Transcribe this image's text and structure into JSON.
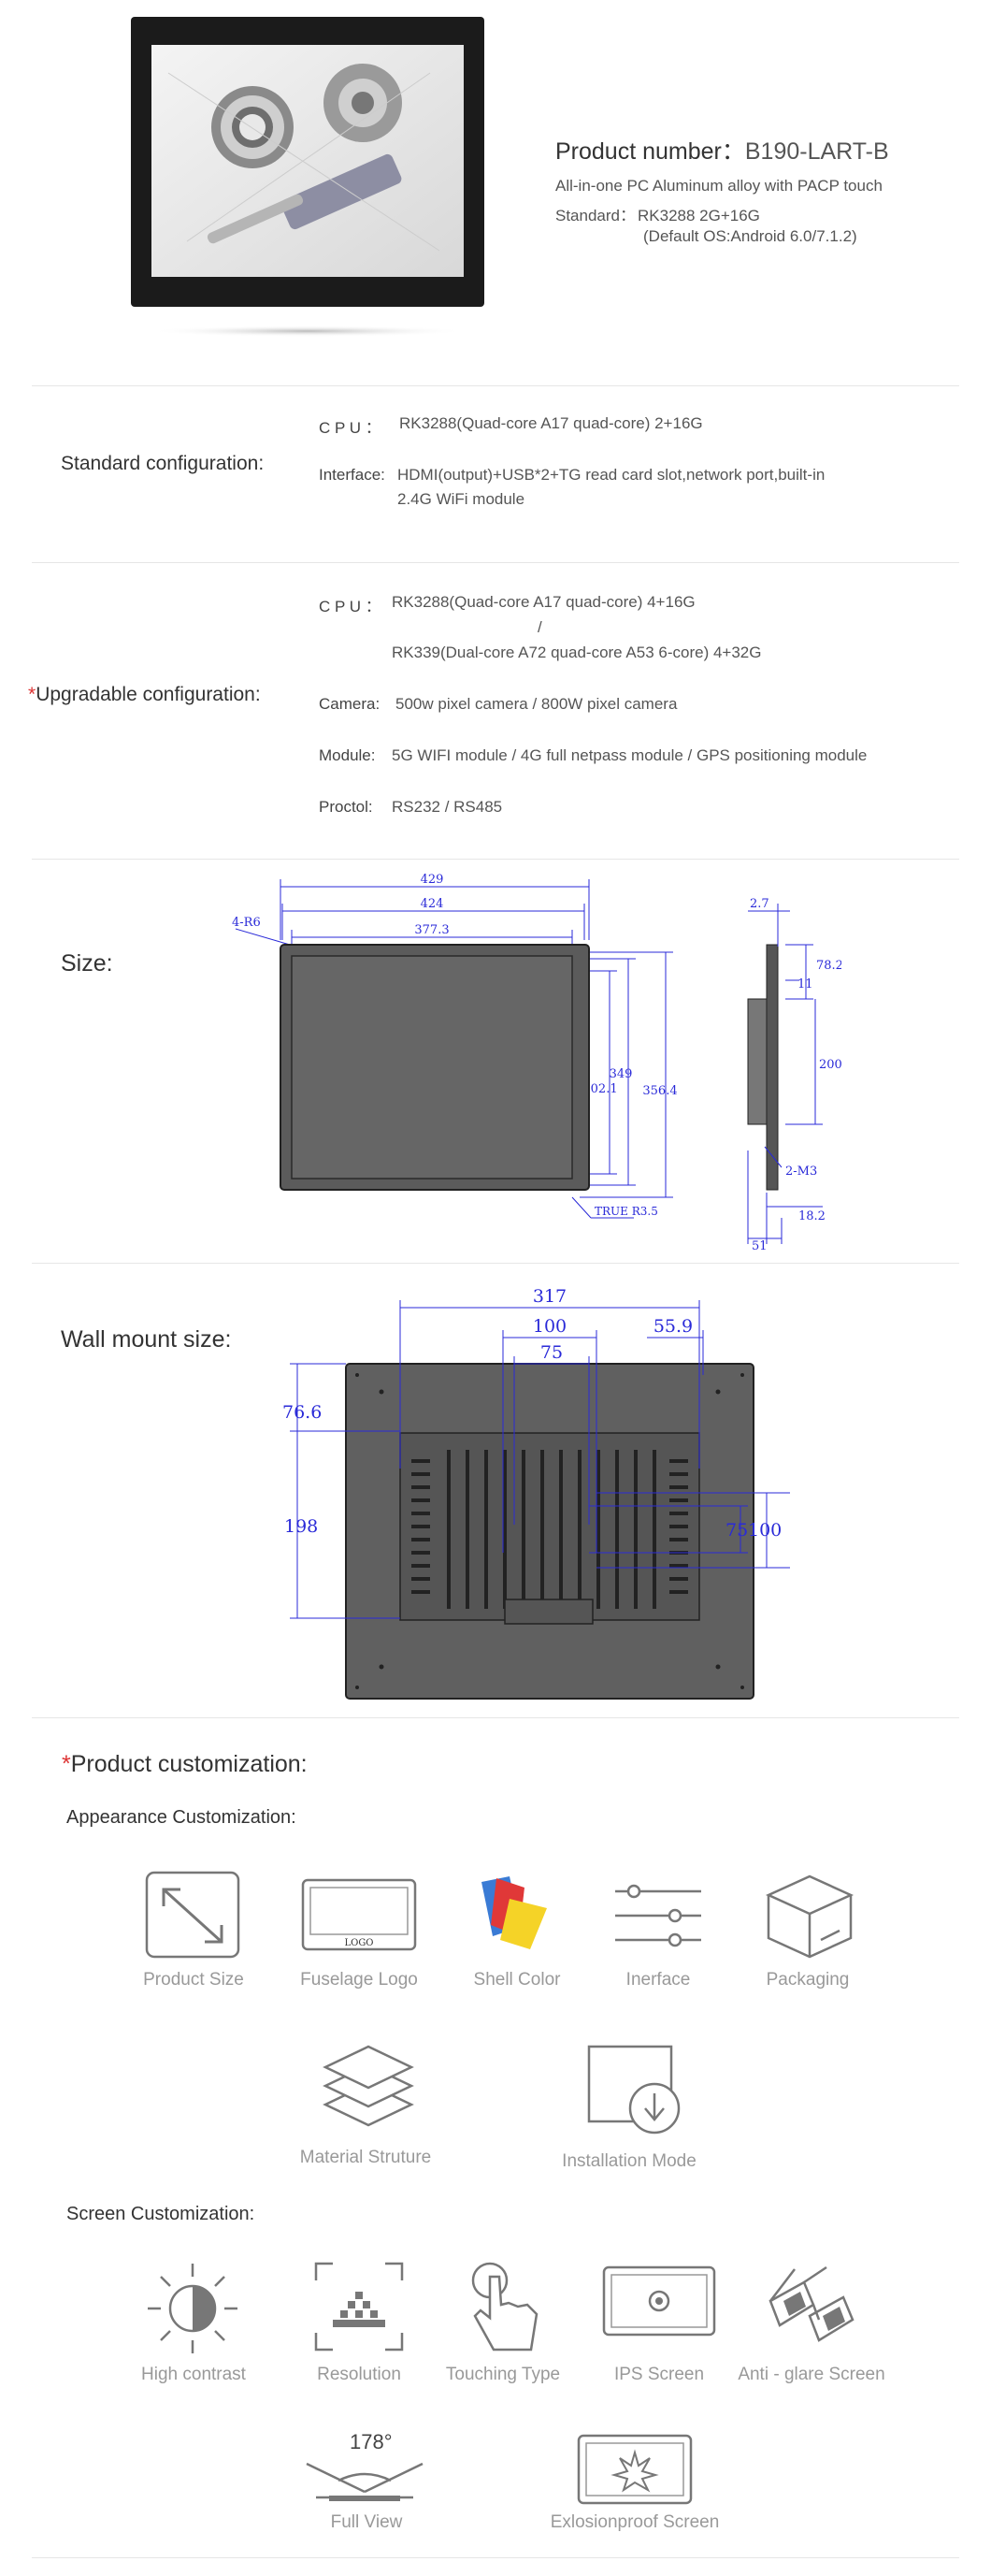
{
  "product": {
    "number_label": "Product number：",
    "number": "B190-LART-B",
    "desc": "All-in-one PC Aluminum alloy with PACP touch",
    "standard_label": "Standard：",
    "standard_value": "RK3288 2G+16G",
    "default_os": "(Default OS:Android 6.0/7.1.2)"
  },
  "standard_config": {
    "label": "Standard configuration:",
    "cpu_key": "C P U ：",
    "cpu_value": "RK3288(Quad-core A17 quad-core) 2+16G",
    "interface_key": "Interface:",
    "interface_line1": "HDMI(output)+USB*2+TG read card slot,network port,built-in",
    "interface_line2": "2.4G WiFi module"
  },
  "upgradable_config": {
    "star": "*",
    "label": "Upgradable configuration:",
    "cpu_key": "C P U ：",
    "cpu_line1": "RK3288(Quad-core A17 quad-core) 4+16G",
    "cpu_sep": "/",
    "cpu_line2": "RK339(Dual-core A72 quad-core A53 6-core) 4+32G",
    "camera_key": "Camera:",
    "camera_value": "500w pixel camera / 800W pixel camera",
    "module_key": "Module:",
    "module_value": "5G WIFI module / 4G full netpass module / GPS positioning module",
    "proctol_key": "Proctol:",
    "proctol_value": "RS232 / RS485"
  },
  "size": {
    "label": "Size:",
    "dims": {
      "w429": "429",
      "w424": "424",
      "w377": "377.3",
      "r6": "4-R6",
      "h349": "349",
      "h302": "302.1",
      "h356": "356.4",
      "true_r": "TRUE R3.5",
      "s27": "2.7",
      "s782": "78.2",
      "s11": "11",
      "s200": "200",
      "m3": "2-M3",
      "s51": "51",
      "s182": "18.2"
    }
  },
  "wall_mount": {
    "label": "Wall mount size:",
    "dims": {
      "w317": "317",
      "w100": "100",
      "w75": "75",
      "w559": "55.9",
      "h766": "76.6",
      "h198": "198",
      "v75": "75",
      "v100": "100"
    }
  },
  "customization": {
    "star": "*",
    "title": "Product customization:",
    "appearance_title": "Appearance Customization:",
    "appearance_items": [
      "Product Size",
      "Fuselage Logo",
      "Shell Color",
      "Inerface",
      "Packaging",
      "Material Struture",
      "Installation Mode"
    ],
    "logo_text": "LOGO",
    "screen_title": "Screen Customization:",
    "screen_items": [
      "High contrast",
      "Resolution",
      "Touching Type",
      "IPS Screen",
      "Anti - glare Screen",
      "Full View",
      "Exlosionproof Screen"
    ],
    "angle": "178°"
  },
  "colors": {
    "dim_blue": "#2a2ad8",
    "star_red": "#d33333"
  }
}
